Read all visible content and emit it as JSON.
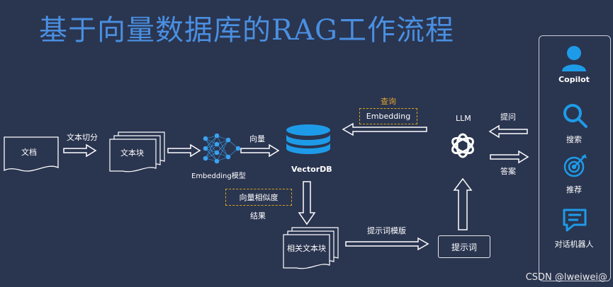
{
  "title": "基于向量数据库的RAG工作流程",
  "nodes": {
    "document": "文档",
    "chunks": "文本块",
    "embedding_model": "Embedding模型",
    "vectordb": "VectorDB",
    "llm": "LLM",
    "related_chunks": "相关文本块",
    "prompt": "提示词"
  },
  "edges": {
    "split": "文本切分",
    "vector": "向量",
    "query": "查询",
    "query_embedding": "Embedding",
    "similarity": "向量相似度",
    "result": "结果",
    "prompt_template": "提示词模版",
    "ask": "提问",
    "answer": "答案"
  },
  "apps": {
    "copilot": "Copilot",
    "search": "搜索",
    "recommend": "推荐",
    "chatbot": "对话机器人"
  },
  "watermark": "CSDN @lweiwei@",
  "colors": {
    "title": "#4a8fe0",
    "accent": "#1e9be8",
    "dashed": "#d6a51e",
    "bg": "#2a3550"
  }
}
